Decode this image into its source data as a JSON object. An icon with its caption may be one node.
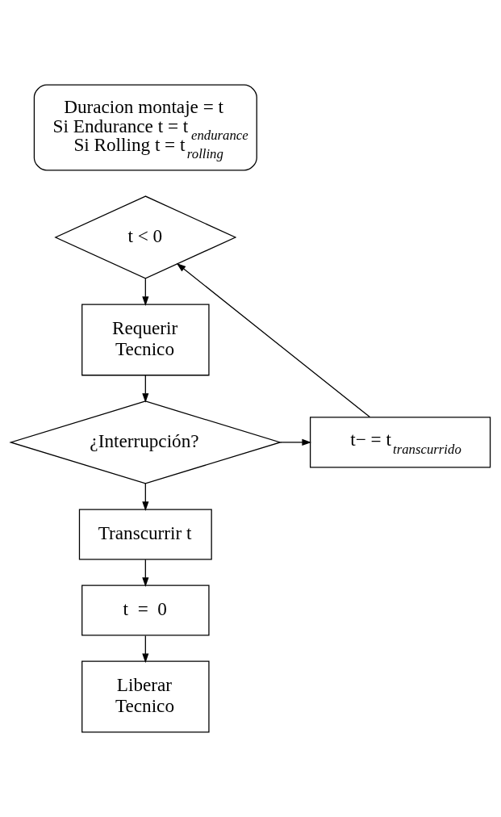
{
  "diagram": {
    "nodes": [
      {
        "text": [
          "Duracion montaje = t",
          "Si Endurance t = t$_{endurance}$",
          "Si Rolling t = t$_{rolling}$"
        ]
      },
      {
        "text": [
          "t < 0"
        ]
      },
      {
        "text": [
          "Requerir Tecnico"
        ]
      },
      {
        "text": [
          "¿Interrupción?"
        ]
      },
      {
        "text": [
          "t− = t$_{transcurrido}$"
        ]
      },
      {
        "text": [
          "Transcurrir t"
        ]
      },
      {
        "text": [
          "t  =  0"
        ]
      },
      {
        "text": [
          "Liberar Tecnico"
        ]
      }
    ],
    "edges": [
      {
        "from": 1,
        "to": 2,
        "arrow": "to"
      },
      {
        "from": 2,
        "to": 3,
        "arrow": "to"
      },
      {
        "from": 3,
        "to": 4,
        "arrow": "to"
      },
      {
        "from": 4,
        "to": 1,
        "arrow": "to"
      },
      {
        "from": 3,
        "to": 5,
        "arrow": "to"
      },
      {
        "from": 5,
        "to": 6,
        "arrow": "to"
      },
      {
        "from": 6,
        "to": 7,
        "arrow": "to"
      }
    ]
  }
}
